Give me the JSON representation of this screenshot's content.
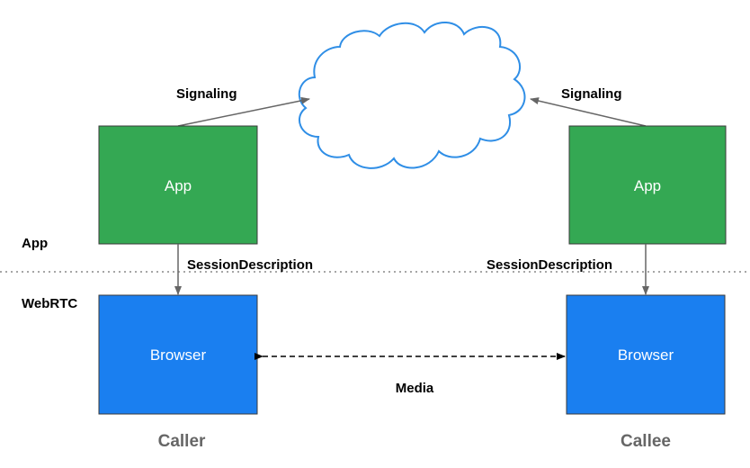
{
  "colors": {
    "app_box": "#34a853",
    "browser_box": "#1a7ff0",
    "cloud_stroke": "#2f8ee6",
    "arrow": "#666666",
    "dotted_divider": "#888888",
    "role_text": "#666666"
  },
  "layers": {
    "app": "App",
    "webrtc": "WebRTC"
  },
  "caller": {
    "app_label": "App",
    "browser_label": "Browser",
    "signaling_label": "Signaling",
    "session_label": "SessionDescription",
    "role": "Caller"
  },
  "callee": {
    "app_label": "App",
    "browser_label": "Browser",
    "signaling_label": "Signaling",
    "session_label": "SessionDescription",
    "role": "Callee"
  },
  "media_label": "Media"
}
